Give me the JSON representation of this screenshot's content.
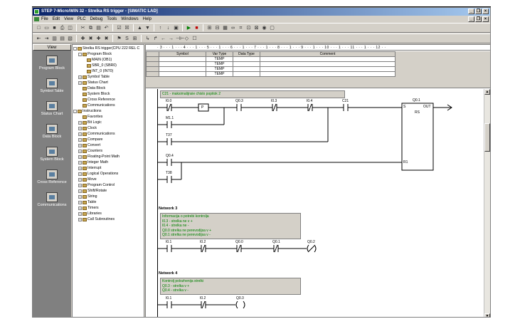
{
  "window": {
    "title": "STEP 7-Micro/WIN 32 - Strelka RS trigger - [SIMATIC LAD]"
  },
  "menu": [
    "File",
    "Edit",
    "View",
    "PLC",
    "Debug",
    "Tools",
    "Windows",
    "Help"
  ],
  "viewbar": {
    "title": "View",
    "items": [
      "Program Block",
      "Symbol Table",
      "Status Chart",
      "Data Block",
      "System Block",
      "Cross Reference",
      "Communications"
    ]
  },
  "tree": {
    "root": "Strelka RS trigger(CPU 222 REL C",
    "program_block": "Program Block",
    "pous": [
      "MAIN (OB1)",
      "SBR_0 (SBR0)",
      "INT_0 (INT0)"
    ],
    "items": [
      "Symbol Table",
      "Status Chart",
      "Data Block",
      "System Block",
      "Cross Reference",
      "Communications"
    ],
    "instructions": "Instructions",
    "instr_items": [
      "Favorites",
      "Bit Logic",
      "Clock",
      "Communications",
      "Compare",
      "Convert",
      "Counters",
      "Floating-Point Math",
      "Integer Math",
      "Interrupt",
      "Logical Operations",
      "Move",
      "Program Control",
      "Shift/Rotate",
      "String",
      "Table",
      "Timers",
      "Libraries",
      "Call Subroutines"
    ]
  },
  "ruler": "· 3 · · · 1 · · · 4 · · · 1 · · · 5 · · · 1 · · · 6 · · · 1 · · · 7 · · · 1 · · · 8 · · · 1 · · · 9 · · · 1 · · · 10 · · · 1 · · · 11 · · · 1 · · · 12 · ·",
  "vartable": {
    "headers": [
      "",
      "Symbol",
      "Var Type",
      "Data Type",
      "Comment"
    ],
    "rows": [
      "TEMP",
      "TEMP",
      "TEMP",
      "TEMP"
    ]
  },
  "network2": {
    "comment": "C21 - maksimalijnsie chislo popitok 2",
    "contacts": [
      "I0.0",
      "Q0.3",
      "I0.3",
      "I0.4",
      "C21",
      "M1.1",
      "T37",
      "Q0.4",
      "T38"
    ],
    "p_label": "P",
    "coil": "Q0.1",
    "block": {
      "type": "RS",
      "s": "S",
      "r": "R1",
      "out": "OUT"
    }
  },
  "network3": {
    "title": "Network 3",
    "comment": [
      "Informacija o potrebi kontrolja",
      "I0.3 - strelka ne v +",
      "I0.4 - strelka ne -",
      "Q0.0 strelka ne perevodijsa v +",
      "Q0.1 strelka ne perevodijsa v -"
    ],
    "contacts": [
      "I0.1",
      "I0.2",
      "Q0.0",
      "Q0.1"
    ],
    "coil": "Q0.2"
  },
  "network4": {
    "title": "Network 4",
    "comment": [
      "Kontrolj polozhenija strelki",
      "Q0.3 - strelka v +",
      "Q0.4 - strelka v -"
    ],
    "contacts": [
      "I0.1",
      "I0.2"
    ],
    "coil": "Q0.3"
  },
  "colors": {
    "title_bar": "#0a246a",
    "comment_text": "#008000",
    "panel": "#d4d0c8",
    "viewbar": "#808080"
  }
}
